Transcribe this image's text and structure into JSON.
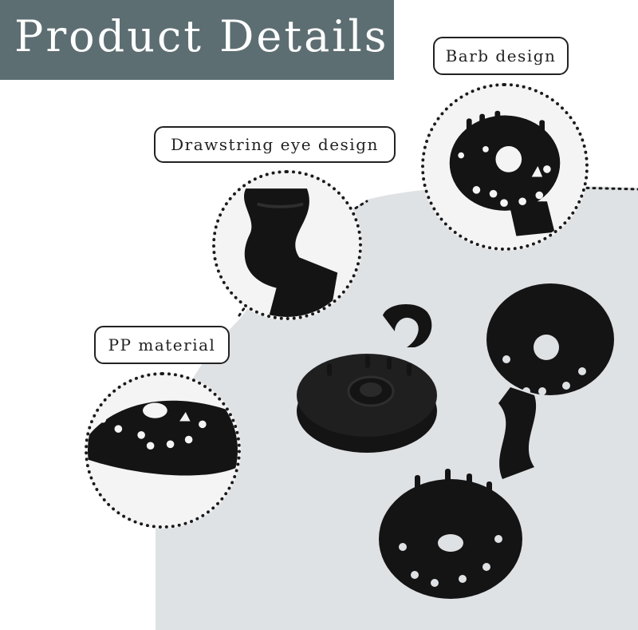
{
  "title": "Product Details",
  "labels": {
    "barb": "Barb design",
    "eye": "Drawstring eye design",
    "pp": "PP material"
  },
  "colors": {
    "banner": "#5c6e72",
    "background_blob": "#dfe2e4",
    "product": "#141414"
  },
  "icons": [
    "barb-closeup-image",
    "drawstring-eye-closeup-image",
    "pp-material-closeup-image",
    "product-clip-image"
  ]
}
